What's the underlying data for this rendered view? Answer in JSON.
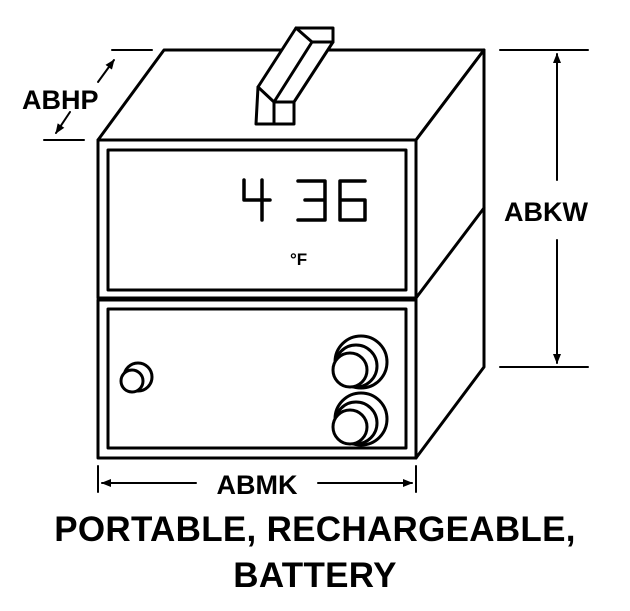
{
  "diagram": {
    "display": {
      "reading": "436",
      "unit": "°F"
    },
    "dimensions": {
      "depth": "ABHP",
      "height": "ABKW",
      "width": "ABMK"
    },
    "caption": {
      "line1": "PORTABLE, RECHARGEABLE,",
      "line2": "BATTERY"
    }
  }
}
